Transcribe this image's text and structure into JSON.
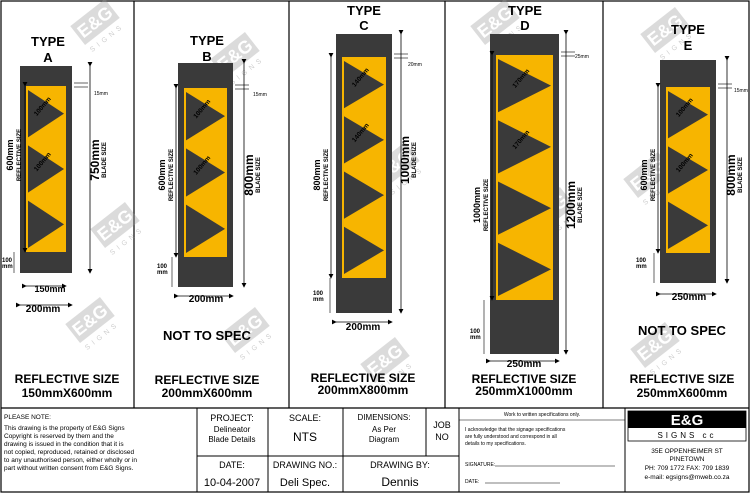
{
  "panels": [
    {
      "type_label": "TYPE",
      "type_letter": "A",
      "reflective_height": "600mm",
      "reflective_label": "REFLECTIVE SIZE",
      "blade_height": "750mm",
      "blade_label": "BLADE SIZE",
      "gap_top": "15mm",
      "inner_dim": "100mm",
      "bottom_gap": "100\nmm",
      "reflective_width": "150mm",
      "blade_width": "200mm",
      "note": "",
      "refl_title": "REFLECTIVE SIZE",
      "refl_value": "150mmX600mm"
    },
    {
      "type_label": "TYPE",
      "type_letter": "B",
      "reflective_height": "600mm",
      "reflective_label": "REFLECTIVE SIZE",
      "blade_height": "800mm",
      "blade_label": "BLADE SIZE",
      "gap_top": "15mm",
      "inner_dim": "100mm",
      "bottom_gap": "100\nmm",
      "reflective_width": "",
      "blade_width": "200mm",
      "note": "NOT TO SPEC",
      "refl_title": "REFLECTIVE SIZE",
      "refl_value": "200mmX600mm"
    },
    {
      "type_label": "TYPE",
      "type_letter": "C",
      "reflective_height": "800mm",
      "reflective_label": "REFLECTIVE SIZE",
      "blade_height": "1000mm",
      "blade_label": "BLADE SIZE",
      "gap_top": "20mm",
      "inner_dim": "140mm",
      "bottom_gap": "100\nmm",
      "reflective_width": "",
      "blade_width": "200mm",
      "note": "",
      "refl_title": "REFLECTIVE SIZE",
      "refl_value": "200mmX800mm"
    },
    {
      "type_label": "TYPE",
      "type_letter": "D",
      "reflective_height": "1000mm",
      "reflective_label": "REFLECTIVE SIZE",
      "blade_height": "1200mm",
      "blade_label": "BLADE SIZE",
      "gap_top": "25mm",
      "inner_dim": "170mm",
      "bottom_gap": "100\nmm",
      "reflective_width": "",
      "blade_width": "250mm",
      "note": "",
      "refl_title": "REFLECTIVE SIZE",
      "refl_value": "250mmX1000mm"
    },
    {
      "type_label": "TYPE",
      "type_letter": "E",
      "reflective_height": "600mm",
      "reflective_label": "REFLECTIVE SIZE",
      "blade_height": "800mm",
      "blade_label": "BLADE SIZE",
      "gap_top": "15mm",
      "inner_dim": "100mm",
      "bottom_gap": "100\nmm",
      "reflective_width": "",
      "blade_width": "250mm",
      "note": "NOT TO SPEC",
      "refl_title": "REFLECTIVE SIZE",
      "refl_value": "250mmX600mm"
    }
  ],
  "title_block": {
    "please_note_title": "PLEASE NOTE:",
    "please_note_lines": [
      "This drawing is the property of E&G Signs",
      "Copyright is reserved by them and the",
      "drawing is issued in the condition that it is",
      "not copied, reproduced, retained or disclosed",
      "to any unauthorised person, either wholly or in",
      "part without written consent from E&G Signs."
    ],
    "project_label": "PROJECT:",
    "project_value_1": "Delineator",
    "project_value_2": "Blade Details",
    "scale_label": "SCALE:",
    "scale_value": "NTS",
    "dimensions_label": "DIMENSIONS:",
    "dimensions_value_1": "As Per",
    "dimensions_value_2": "Diagram",
    "job_label_1": "JOB",
    "job_label_2": "NO",
    "date_label": "DATE:",
    "date_value": "10-04-2007",
    "drawing_no_label": "DRAWING NO.:",
    "drawing_no_value": "Deli Spec.",
    "drawing_by_label": "DRAWING BY:",
    "drawing_by_value": "Dennis",
    "work_spec": "Work to written specifications only.",
    "ack_lines": [
      "I acknowledge that the signage specifications",
      "are fully understood and correspond in all",
      "details to my specifications."
    ],
    "signature_label": "SIGNATURE:",
    "date2_label": "DATE:",
    "logo_text": "E&G",
    "logo_sub": "SIGNS cc",
    "address_1": "35E OPPENHEIMER ST",
    "address_2": "PINETOWN",
    "phone": "PH: 709 1772 FAX: 709 1839",
    "email": "e-mail: egsigns@mweb.co.za"
  },
  "watermark_text": "E&G",
  "watermark_sub": "SIGNS",
  "colors": {
    "yellow": "#f7b500",
    "dark": "#3a3a3a",
    "line": "#000000"
  }
}
